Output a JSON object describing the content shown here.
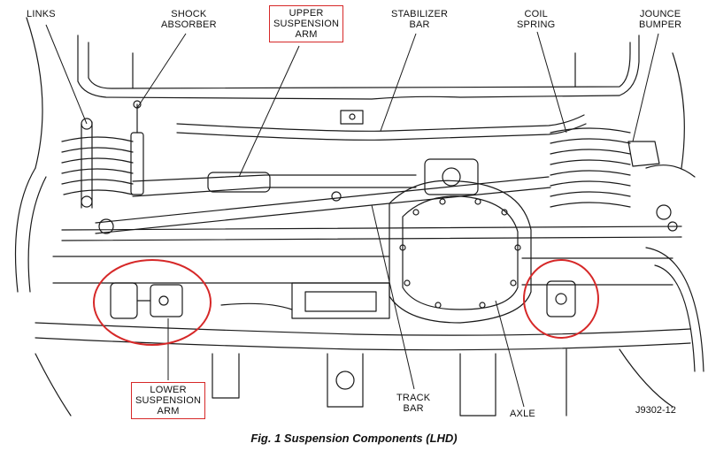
{
  "labels": {
    "links": [
      "LINKS"
    ],
    "shock_absorber": [
      "SHOCK",
      "ABSORBER"
    ],
    "upper_suspension_arm": [
      "UPPER",
      "SUSPENSION",
      "ARM"
    ],
    "stabilizer_bar": [
      "STABILIZER",
      "BAR"
    ],
    "coil_spring": [
      "COIL",
      "SPRING"
    ],
    "jounce_bumper": [
      "JOUNCE",
      "BUMPER"
    ],
    "lower_suspension_arm": [
      "LOWER",
      "SUSPENSION",
      "ARM"
    ],
    "track_bar": [
      "TRACK",
      "BAR"
    ],
    "axle": [
      "AXLE"
    ]
  },
  "drawing_code": "J9302-12",
  "caption": "Fig. 1 Suspension Components (LHD)",
  "colors": {
    "line": "#1a1a1a",
    "highlight": "#d62828",
    "background": "#ffffff"
  }
}
